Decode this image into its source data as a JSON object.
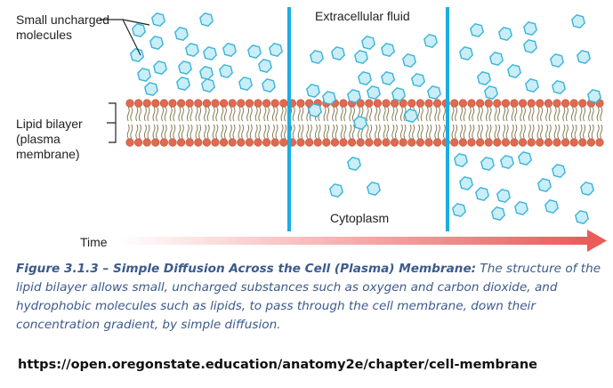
{
  "labels": {
    "molecules": [
      "Small uncharged",
      "molecules"
    ],
    "extracellular": "Extracellular fluid",
    "cytoplasm": "Cytoplasm",
    "bilayer": [
      "Lipid bilayer",
      "(plasma",
      "membrane)"
    ],
    "time": "Time"
  },
  "caption": {
    "title": "Figure 3.1.3 – Simple Diffusion Across the Cell (Plasma) Membrane:",
    "body": " The structure of the lipid bilayer allows small, uncharged substances such as oxygen and carbon dioxide, and hydrophobic molecules such as lipids, to pass through the cell membrane, down their concentration gradient, by simple diffusion."
  },
  "source": "https://open.oregonstate.education/anatomy2e/chapter/cell-membrane",
  "colors": {
    "molecule_fill": "#c9eef7",
    "molecule_stroke": "#3bb4d8",
    "lipid_head": "#e06a50",
    "lipid_tail": "#8a7a55",
    "divider": "#1aaee0",
    "arrow_end": "#ec5a5a",
    "caption": "#3c5a8c"
  }
}
